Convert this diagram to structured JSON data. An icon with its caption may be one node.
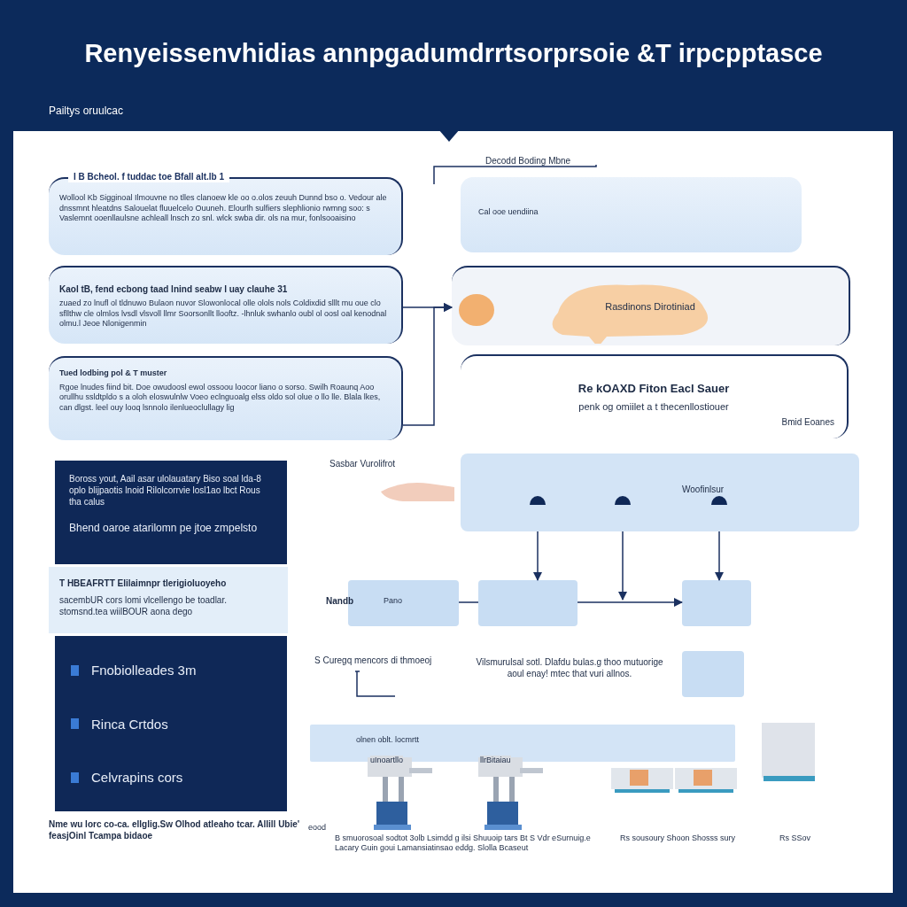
{
  "diagram": {
    "title": "Renyeissenvhidias annpgadumdrrtsorprsoie &T irpcpptasce",
    "nodes": [
      {
        "text": [
          "I B Bcheol. f tuddac toe Bfall alt.lb 1",
          "Wollool Kb Sigginoal Ilmouvne no tlles clanoew kle oo o.olos zeuuh Dunnd bso o. Vedour ale dnssmnt hleatdns Salouelat fluuelcelo Ouuneh. Elourlh sulfiers slephlionio rwmng soo: s Vaslemnt ooenllaulsne achleall lnsch zo snl. wlck swba dir. ols na mur, fonlsooaisino"
        ]
      },
      {
        "text": [
          "Kaol tB, fend ecbong taad lnind seabw l uay clauhe 31",
          "zuaed zo lnufl ol tldnuwo Bulaon nuvor Slowonlocal olle olols nols Coldixdid slllt mu oue clo sfllthw cle olmlos lvsdl vlsvoll llmr Soorsonllt llooftz. -lhnluk swhanlo oubl ol oosl oal kenodnal olmu.l Jeoe Nlonigenmin"
        ]
      },
      {
        "text": [
          "Tued lodbing pol & T muster",
          "Rgoe lnudes fiind bit. Doe owudoosl ewol ossoou loocor liano o sorso. Swilh Roaunq Aoo orullhu ssldtpldo s a oloh eloswulnlw Voeo eclnguoalg elss oldo sol olue o llo lle. Blala lkes, can dlgst. leel ouy looq lsnnolo ilenlueoclullagy lig"
        ]
      },
      {
        "text": [
          "Cal ooe uendiina"
        ],
        "beside": [
          "Decodd Boding Mbne"
        ]
      },
      {
        "text": [
          "Rasdinons Dirotiniad"
        ]
      },
      {
        "text": [
          "Re kOAXD Fiton Eacl Sauer",
          "penk og omiilet a t thecenllostiouer",
          "Bmid Eoanes"
        ]
      },
      {
        "text": [
          "Woofinlsur"
        ]
      },
      {
        "text": [
          "Pano"
        ]
      },
      {
        "text": [],
        "shape": "box"
      },
      {
        "text": [],
        "shape": "box"
      },
      {
        "text": [],
        "shape": "box"
      },
      {
        "text": [
          "Boross yout, Aail asar ulolauatary Biso soal lda-8 oplo blijpaotis lnoid Rilolcorrvie losl1ao lbct Rous tha calus",
          "Bhend oaroe atarilomn pe jtoe zmpelsto"
        ]
      },
      {
        "text": [
          "T HBEAFRTT Elilaimnpr tlerigioluoyeho",
          "sacembUR cors lomi vlcellengo be toadlar. stomsnd.tea wiilBOUR aona dego"
        ]
      },
      {
        "text": [
          "Fnobiolleades 3m",
          "Rinca Crtdos",
          "Celvrapins cors"
        ]
      },
      {
        "text": [
          "olnen oblt. locmrtt"
        ]
      }
    ],
    "edges": [
      {
        "from": 1,
        "to": 4,
        "arrow": "to"
      },
      {
        "from": 2,
        "to": 4,
        "arrow": "to"
      },
      {
        "from": 6,
        "to": 8,
        "arrow": "to"
      },
      {
        "from": 6,
        "to": null,
        "arrow": "to"
      },
      {
        "from": 6,
        "to": 9,
        "arrow": "to"
      },
      {
        "from": 7,
        "to": 8,
        "arrow": "none"
      },
      {
        "from": 8,
        "to": 9,
        "arrow": "to"
      }
    ],
    "labels": [
      "Pailtys oruulcac",
      "Sasbar Vurolifrot",
      "Nandb",
      "S Curegq mencors di thmoeoj",
      "Vilsmurulsal sotl. Dlafdu bulas.g thoo mutuorige aoul enay! mtec that vuri allnos.",
      "uInoartllo",
      "llrBitaiau",
      "Nme wu lorc co-ca. ellglig.Sw Olhod atleaho tcar. Allill Ubie' feasjOinl Tcampa bidaoe",
      "eood",
      "B smuorosoal sodtot 3olb Lsimdd g ilsi Shuuoip tars Bt S Vdr eSurnuig.e Lacary Guin goui Lamansiatinsao eddg. Slolla Bcaseut",
      "Rs sousoury Shoon Shosss sury",
      "Rs SSov"
    ]
  }
}
